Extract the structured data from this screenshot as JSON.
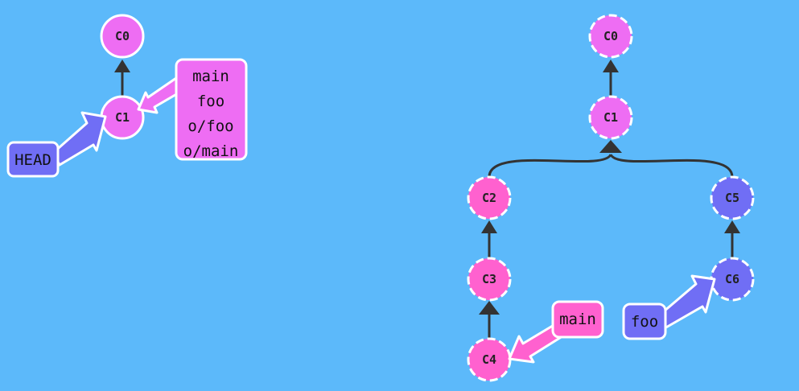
{
  "local": {
    "commits": [
      {
        "id": "c0",
        "label": "C0",
        "color": "#ee6df3",
        "dashed": false
      },
      {
        "id": "c1",
        "label": "C1",
        "color": "#ee6df3",
        "dashed": false
      }
    ],
    "branch_box": {
      "labels": [
        "main",
        "foo",
        "o/foo",
        "o/main"
      ],
      "color": "#ee6df3"
    },
    "head": {
      "label": "HEAD",
      "color": "#706ef5"
    }
  },
  "remote": {
    "commits": [
      {
        "id": "c0",
        "label": "C0",
        "color": "#ee6df3",
        "dashed": true
      },
      {
        "id": "c1",
        "label": "C1",
        "color": "#ee6df3",
        "dashed": true
      },
      {
        "id": "c2",
        "label": "C2",
        "color": "#ff61cf",
        "dashed": true
      },
      {
        "id": "c3",
        "label": "C3",
        "color": "#ff61cf",
        "dashed": true
      },
      {
        "id": "c4",
        "label": "C4",
        "color": "#ff61cf",
        "dashed": true
      },
      {
        "id": "c5",
        "label": "C5",
        "color": "#706ef5",
        "dashed": true
      },
      {
        "id": "c6",
        "label": "C6",
        "color": "#706ef5",
        "dashed": true
      }
    ],
    "branch_main": {
      "label": "main",
      "color": "#ff61cf"
    },
    "branch_foo": {
      "label": "foo",
      "color": "#706ef5"
    }
  },
  "colors": {
    "background": "#5cb9fa",
    "edge": "#333333",
    "stroke": "#ffffff"
  }
}
